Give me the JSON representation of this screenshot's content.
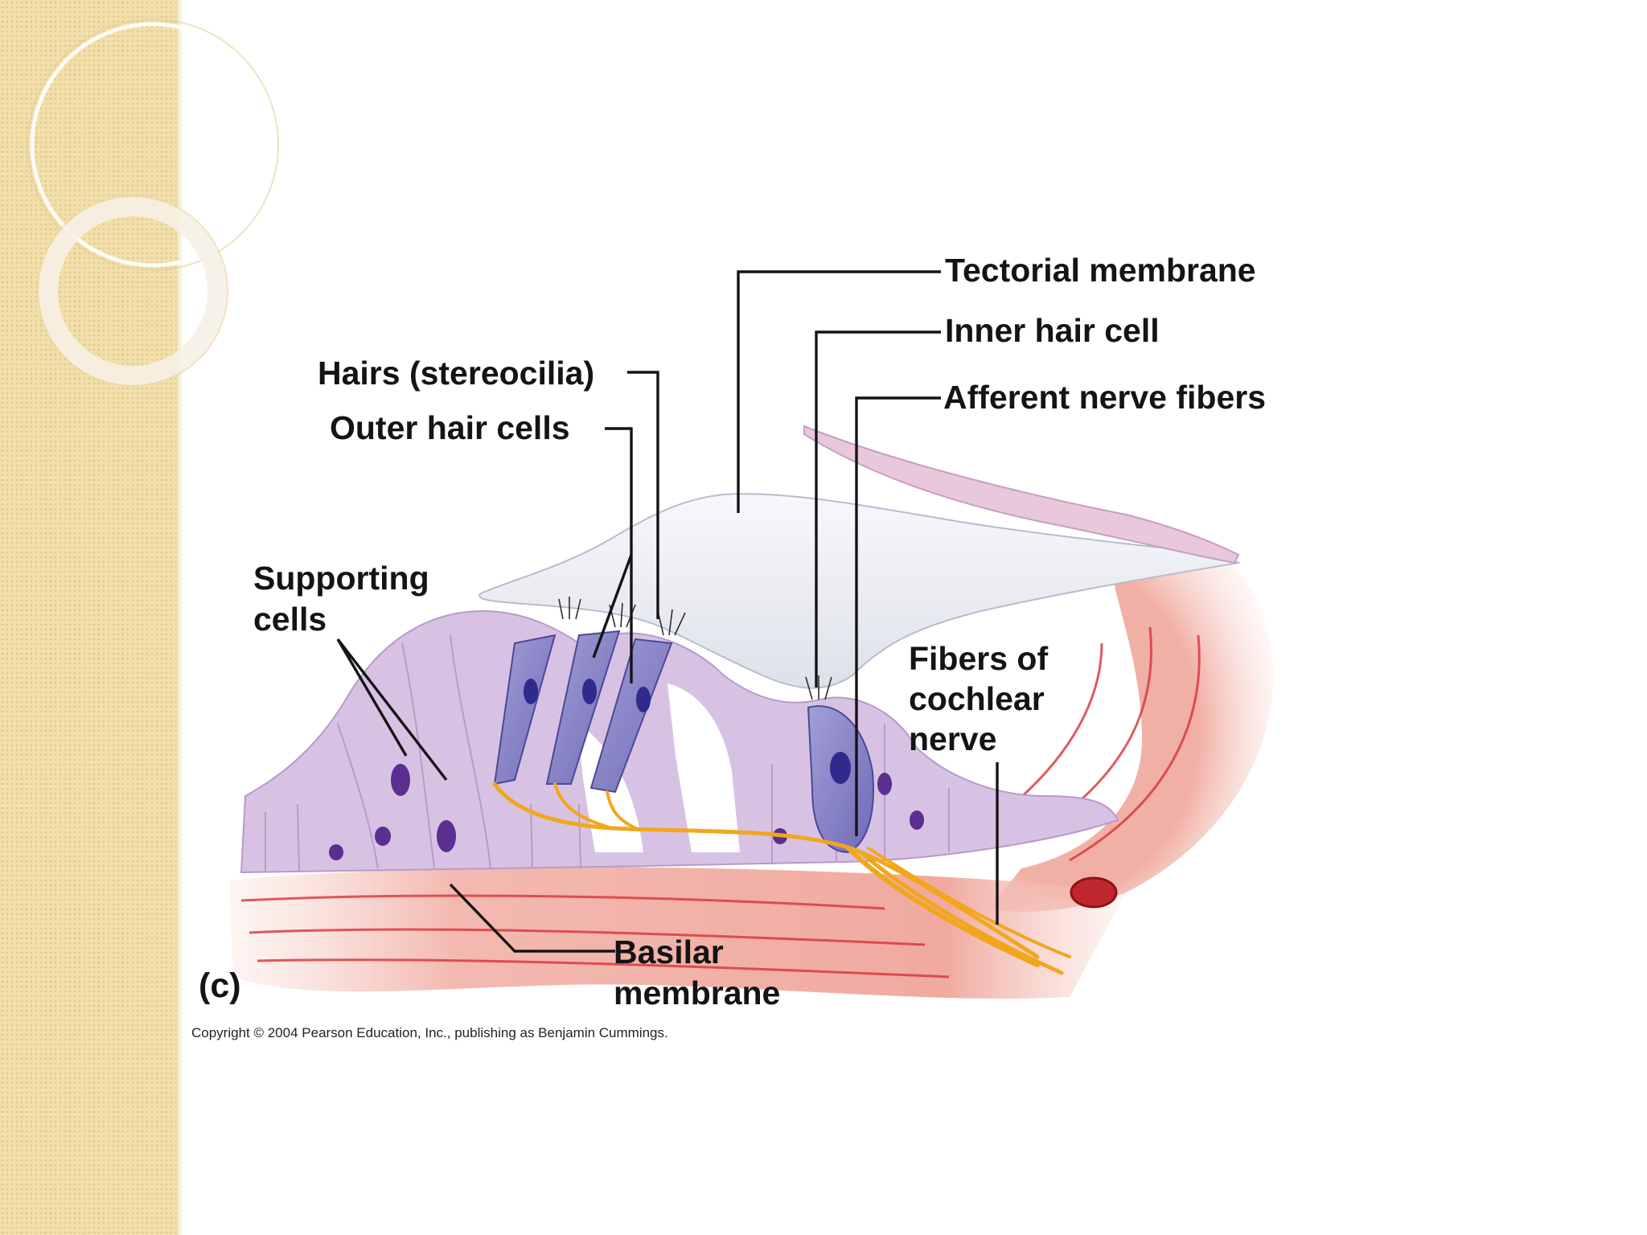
{
  "labels": {
    "tectorial_membrane": "Tectorial membrane",
    "inner_hair_cell": "Inner hair cell",
    "afferent_nerve_fibers": "Afferent nerve fibers",
    "hairs_stereocilia": "Hairs (stereocilia)",
    "outer_hair_cells": "Outer hair cells",
    "supporting_cells_line1": "Supporting",
    "supporting_cells_line2": "cells",
    "fibers_cochlear_line1": "Fibers of",
    "fibers_cochlear_line2": "cochlear",
    "fibers_cochlear_line3": "nerve",
    "basilar_line1": "Basilar",
    "basilar_line2": "membrane",
    "panel_letter": "(c)"
  },
  "copyright": "Copyright © 2004 Pearson Education, Inc., publishing as Benjamin Cummings.",
  "colors": {
    "side_band": "#f2dfaa",
    "tissue_pink": "#f3b9b0",
    "fiber_red": "#d9323a",
    "cell_lilac": "#d8c2e3",
    "hair_cell_blue": "#8b87c9",
    "nucleus_purple": "#5b2f8f",
    "nerve_yellow": "#f2a61c",
    "tectorial": "#eeeff4"
  }
}
